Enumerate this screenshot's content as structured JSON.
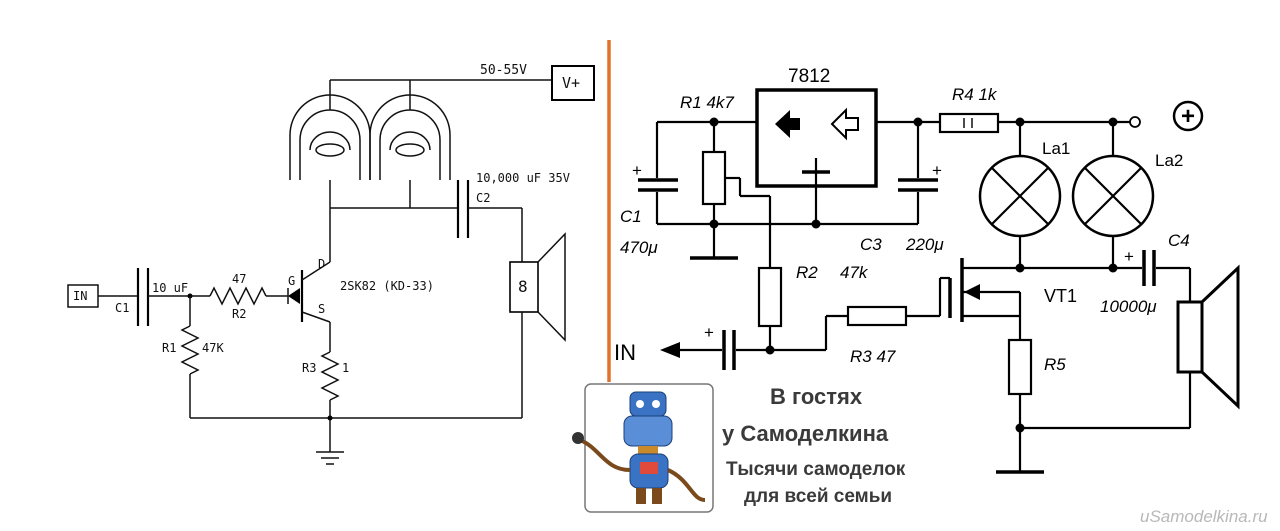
{
  "left": {
    "supply_voltage": "50-55V",
    "supply_node": "V+",
    "input": "IN",
    "c1": "C1",
    "c1_value": "10 uF",
    "r2_value": "47",
    "r2": "R2",
    "r1": "R1",
    "r1_value": "47K",
    "r3": "R3",
    "r3_value": "1",
    "fet": "2SK82 (KD-33)",
    "gate": "G",
    "drain": "D",
    "source": "S",
    "c2_value": "10,000 uF 35V",
    "c2": "C2",
    "speaker": "8"
  },
  "right": {
    "regulator": "7812",
    "r1": "R1 4k7",
    "r4": "R4 1k",
    "plus": "+",
    "c1": "C1",
    "c1_value": "470μ",
    "c3": "C3",
    "c3_value": "220μ",
    "la1": "La1",
    "la2": "La2",
    "c4": "C4",
    "c4_value": "10000μ",
    "r2": "R2",
    "r2_value": "47k",
    "vt1": "VT1",
    "input": "IN",
    "r3": "R3 47",
    "r5": "R5"
  },
  "branding": {
    "line1": "В гостях",
    "line2": "у Самоделкина",
    "line3": "Тысячи самоделок",
    "line4": "для всей семьи",
    "watermark": "uSamodelkina.ru"
  }
}
